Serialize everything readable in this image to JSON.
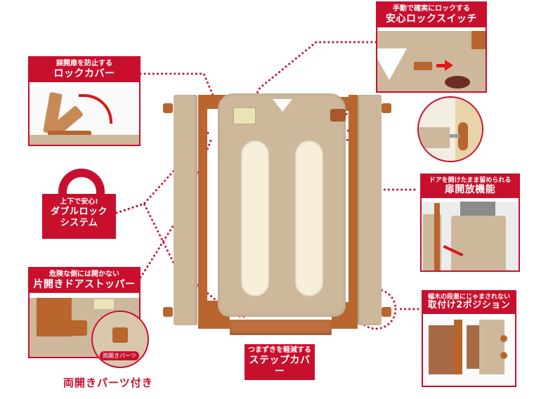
{
  "colors": {
    "accent_red": "#c8102e",
    "gate_beige": "#cdb89c",
    "gate_wood": "#b8652e",
    "window_cream": "#f7efd9"
  },
  "callouts": {
    "lock_switch": {
      "sub": "手動で確実にロックする",
      "main": "安心ロックスイッチ",
      "icon": "arrow-right-icon"
    },
    "lock_cover": {
      "sub": "誤開扉を防止する",
      "main": "ロックカバー",
      "icon": "curved-arrow-icon"
    },
    "double_lock": {
      "line1": "上下で安心!",
      "line2": "ダブルロック",
      "line3": "システム",
      "icon": "padlock-icon"
    },
    "door_stopper": {
      "sub": "危険な側には開かない",
      "main": "片開きドアストッパー",
      "inset_badge": "両開きパーツ"
    },
    "door_hold_open": {
      "sub": "ドアを開けたまま留められる",
      "main": "扉開放機能",
      "icon": "double-arrow-icon"
    },
    "two_positions": {
      "sub": "幅木の段差にじゃまされない",
      "main": "取付け2ポジション"
    },
    "step_cover": {
      "sub": "つまずきを軽減する",
      "main": "ステップカバー"
    }
  },
  "footer_note": "両開きパーツ付き"
}
